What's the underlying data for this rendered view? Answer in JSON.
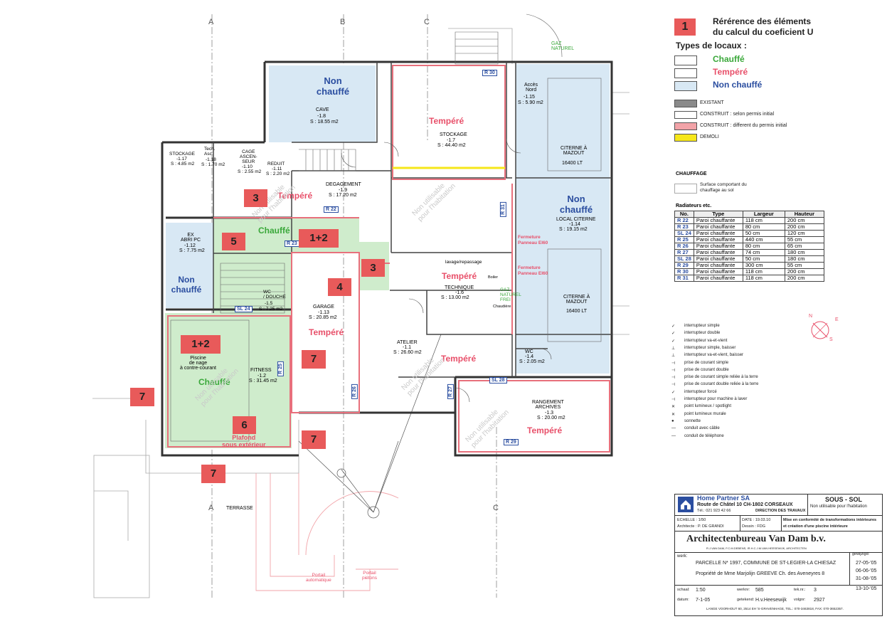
{
  "legend": {
    "ref_number": "1",
    "ref_title_1": "Rérérence des éléments",
    "ref_title_2": "du calcul du coeficient U",
    "types_title": "Types de locaux :",
    "types": [
      {
        "label": "Chauffé",
        "color": "#3aa83a"
      },
      {
        "label": "Tempéré",
        "color": "#e8506a"
      },
      {
        "label": "Non chauffé",
        "color": "#2b4ea0"
      }
    ],
    "status": [
      {
        "label": "EXISTANT",
        "color": "#8a8a8a"
      },
      {
        "label": "CONSTRUIT : selon permis initial",
        "color": "#ffffff"
      },
      {
        "label": "CONSTRUIT : different du permis initial",
        "color": "#f2a3a8"
      },
      {
        "label": "DEMOLI",
        "color": "#f6e71a"
      }
    ],
    "chauffage_title": "CHAUFFAGE",
    "chauffage_text_1": "Surface comportant du",
    "chauffage_text_2": "chauffage au sol",
    "radiateurs_title": "Radiateurs etc.",
    "radiateurs_headers": [
      "No.",
      "Type",
      "Largeur",
      "Hauteur"
    ],
    "radiateurs": [
      [
        "R 22",
        "Paroi chauffante",
        "118 cm",
        "200 cm"
      ],
      [
        "R 23",
        "Paroi chauffante",
        "80 cm",
        "200 cm"
      ],
      [
        "SL 24",
        "Paroi chauffante",
        "50 cm",
        "120 cm"
      ],
      [
        "R 25",
        "Paroi chauffante",
        "440 cm",
        "55 cm"
      ],
      [
        "R 26",
        "Paroi chauffante",
        "80 cm",
        "65 cm"
      ],
      [
        "R 27",
        "Paroi chauffante",
        "74 cm",
        "180 cm"
      ],
      [
        "SL 28",
        "Paroi chauffante",
        "50 cm",
        "180 cm"
      ],
      [
        "R 29",
        "Paroi chauffante",
        "300 cm",
        "55 cm"
      ],
      [
        "R 30",
        "Paroi chauffante",
        "118 cm",
        "200 cm"
      ],
      [
        "R 31",
        "Paroi chauffante",
        "118 cm",
        "200 cm"
      ]
    ],
    "symbols": [
      "interrupteur simple",
      "interrupteur double",
      "interrupteur va-et-vient",
      "interrupteur simple, baisser",
      "interrupteur va-et-vient, baisser",
      "prise de courant simple",
      "prise de courant double",
      "prise de courant simple reliée à la terre",
      "prise de courant double reliée à la terre",
      "interrupteur forcé",
      "interrupteur pour machine à laver",
      "point lumineux / spotlight",
      "point lumineux murale",
      "sonnette",
      "conduit avec câble",
      "conduit de téléphone"
    ],
    "compass": [
      "N",
      "E",
      "S"
    ]
  },
  "title_block": {
    "company": "Home Partner SA",
    "address": "Route de Châtel 10   CH-1802 CORSEAUX",
    "tel": "Tél.: 021 923 42 66",
    "direction": "DIRECTION DES TRAVAUX",
    "level": "SOUS - SOL",
    "level_note": "Non utilisable pour l'habitation",
    "echelle": "ECHELLE : 1/50",
    "date": "DATE : 19.03.10",
    "architecte": "Architecte : P. DE GRANDI",
    "dessin": "Dessin : FDG",
    "description_1": "Mise en conformité de transformations intérieures",
    "description_2": "et création d'une piscine intérieure",
    "bureau": "Architectenbureau Van Dam b.v.",
    "bureau_sub": "R.J.VAN DAM, F.C.M.DEBENS, IR.H.C.J.M.VAN HEESEWIJK, ARCHITECTEN",
    "werk_label": "werk:",
    "parcelle": "PARCELLE N* 1997, COMMUNE DE ST-LEGIER-LA CHIESAZ",
    "propriete": "Propriété de Mme Marjolijn GREEVE  Ch. des Aveneyres 8",
    "gewijzigd_label": "gewijzigd:",
    "gewijzigd": [
      "27-05-'05",
      "06-06-'05",
      "31-08-'05",
      "13-10-'05"
    ],
    "schaal_label": "schaal:",
    "schaal": "1:50",
    "werknr_label": "werknr:",
    "werknr": "585",
    "teknr_label": "tek.nr.:",
    "teknr": "3",
    "datum_label": "datum:",
    "datum": "7-1-05",
    "getekend_label": "getekend:",
    "getekend": "H.v.Heesewijk",
    "volgnr_label": "volgnr:",
    "volgnr": "2927",
    "footer": "LANGE VOORHOUT 60, 2514 EH 'S-GRAVENHAGE, TEL.: 070-3463818, FAX: 070-3652357."
  },
  "plan": {
    "axes": [
      "A",
      "B",
      "C"
    ],
    "gaz": "GAZ\nNATUREL",
    "rooms": {
      "cave_name": "CAVE",
      "cave_no": "-1.8",
      "cave_area": "S : 18.55 m2",
      "cave_type": "Non\nchauffé",
      "stockage_name": "STOCKAGE",
      "stockage_no": "-1.7",
      "stockage_area": "S : 44.40 m2",
      "stockage_type": "Tempéré",
      "acces_name": "Accès\nNord",
      "acces_no": "-1.15",
      "acces_area": "S : 5.90 m2",
      "citerne1_name": "CITERNE À\nMAZOUT",
      "citerne1_cap": "16400 LT",
      "citerne2_name": "CITERNE À\nMAZOUT",
      "citerne2_cap": "16400 LT",
      "local_citerne_name": "LOCAL CITERNE",
      "local_citerne_no": "-1.14",
      "local_citerne_area": "S : 19.15 m2",
      "local_citerne_type": "Non\nchauffé",
      "stockage2_name": "STOCKAGE",
      "stockage2_no": "-1.17",
      "stockage2_area": "S : 4.85 m2",
      "tech_name": "Tech.\nAsc.",
      "tech_no": "-1.18",
      "tech_area": "S : 1.70 m2",
      "cage_name": "CAGE\nASCEN-\nSEUR",
      "cage_no": "-1.10",
      "cage_area": "S : 2.55 m2",
      "reduit_name": "REDUIT",
      "reduit_no": "-1.11",
      "reduit_area": "S : 2.20 m2",
      "degagement_name": "DEGAGEMENT",
      "degagement_no": "-1.9",
      "degagement_area": "S : 17.20 m2",
      "degagement_type": "Tempéré",
      "abri_name": "EX\nABRI PC",
      "abri_no": "-1.12",
      "abri_area": "S : 7.75 m2",
      "abri_type": "Non\nchauffé",
      "chauffe_hall": "Chauffé",
      "wc_name": "WC\n/ DOUCHE",
      "wc_no": "-1.5",
      "wc_area": "S : 7.25 m2",
      "garage_name": "GARAGE",
      "garage_no": "-1.13",
      "garage_area": "S : 20.85 m2",
      "garage_type": "Tempéré",
      "technique_name": "TECHNIQUE",
      "technique_no": "-1.6",
      "technique_area": "S : 13.00 m2",
      "technique_type": "Tempéré",
      "lavage": "lavage/repassage",
      "chaudiere": "Chaudière",
      "boiler": "Boiler",
      "gaz_frei": "GAZ\nNATUREL\nFREI",
      "atelier_name": "ATELIER",
      "atelier_no": "-1.1",
      "atelier_area": "S : 26.60 m2",
      "atelier_type": "Tempéré",
      "wc2_name": "WC",
      "wc2_no": "-1.4",
      "wc2_area": "S : 2.05 m2",
      "archives_name": "RANGEMENT\nARCHIVES",
      "archives_no": "-1.3",
      "archives_area": "S : 20.00 m2",
      "archives_type": "Tempéré",
      "piscine_name": "Piscine\nde nage\nà contre-courant",
      "piscine_type": "Chauffé",
      "fitness_name": "FITNESS",
      "fitness_no": "-1.2",
      "fitness_area": "S : 31.45 m2",
      "plafond": "Plafond\nsous extérieur",
      "terrasse": "TERRASSE",
      "portail1": "Portail\nautomatique",
      "portail2": "Portail\npiétons",
      "fermeture1": "Fermeture\nPanneau EI60",
      "fermeture2": "Fermeture\nPanneau EI60",
      "non_util": "Non utilisable\npour l'habitation"
    },
    "radiator_tags": [
      "R 30",
      "R 22",
      "R 23",
      "R 31",
      "SL 24",
      "R 25",
      "R 26",
      "R 27",
      "SL 28",
      "R 29"
    ],
    "markers": [
      "3",
      "1+2",
      "5",
      "3",
      "4",
      "1+2",
      "7",
      "7",
      "6",
      "7",
      "7"
    ]
  }
}
